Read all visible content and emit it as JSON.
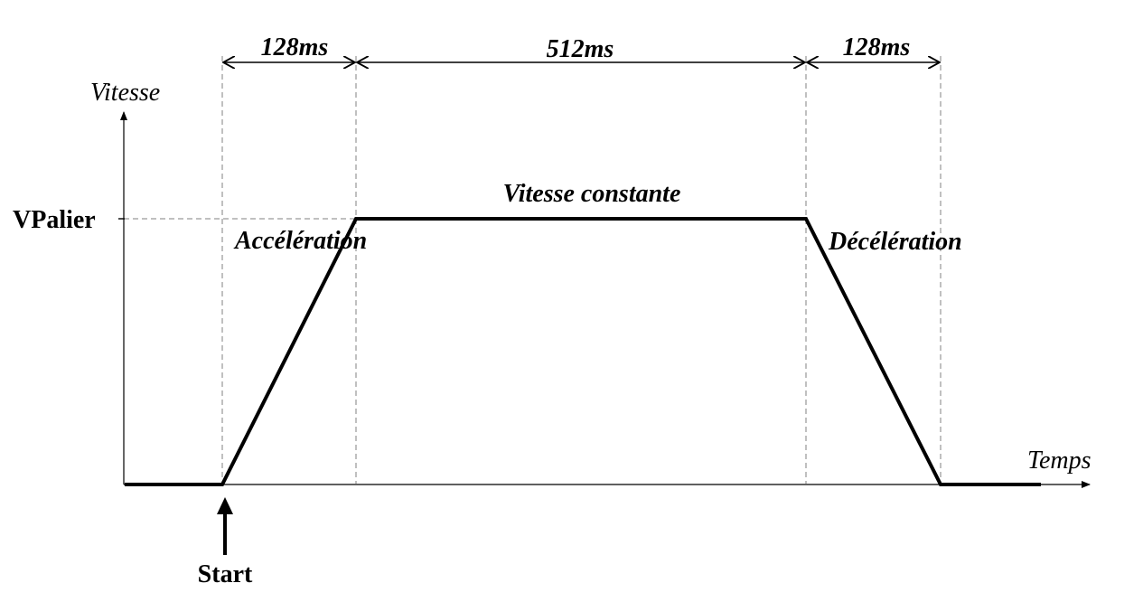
{
  "axes": {
    "y_label": "Vitesse",
    "x_label": "Temps",
    "level_label": "VPalier"
  },
  "durations": [
    {
      "label": "128ms"
    },
    {
      "label": "512ms"
    },
    {
      "label": "128ms"
    }
  ],
  "phases": {
    "acceleration": "Accélération",
    "constant": "Vitesse constante",
    "deceleration": "Décélération"
  },
  "start_label": "Start",
  "colors": {
    "line": "#000000",
    "guide": "#808080"
  }
}
